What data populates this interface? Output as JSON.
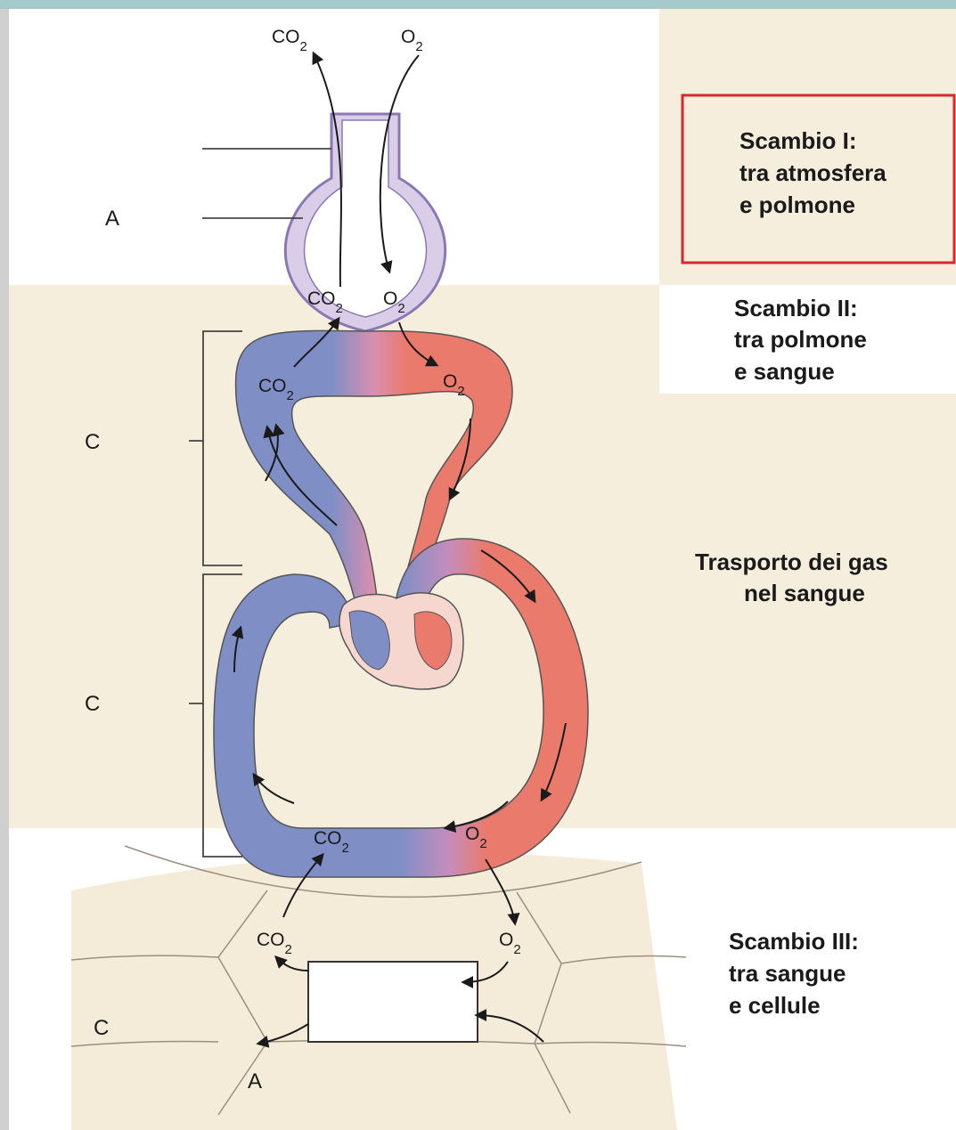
{
  "colors": {
    "top_bar": "#a6c9cc",
    "band": "#f6eedd",
    "white_band": "#ffffff",
    "venous": "#7f8fc6",
    "arterial": "#ea7a6b",
    "alveolus_fill": "#d9cde8",
    "alveolus_edge": "#8a78b4",
    "tissue": "#f5ebd9",
    "highlight_box": "#d8282d"
  },
  "side_labels": {
    "exchange_1": [
      "Scambio I:",
      "tra atmosfera",
      "e polmone"
    ],
    "exchange_2": [
      "Scambio II:",
      "tra polmone",
      "e sangue"
    ],
    "transport": [
      "Trasporto dei gas",
      "nel sangue"
    ],
    "exchange_3": [
      "Scambio III:",
      "tra sangue",
      "e cellule"
    ]
  },
  "left_labels": {
    "airway": "A",
    "pulmonary_circuit": "C",
    "systemic_circuit": "C",
    "tissue": "C",
    "cell_label": "A"
  },
  "gases": {
    "co2_atmosphere": "CO",
    "o2_atmosphere": "O",
    "co2_alveolus": "CO",
    "o2_alveolus": "O",
    "co2_pulmonary": "CO",
    "o2_pulmonary": "O",
    "co2_systemic": "CO",
    "o2_systemic": "O",
    "co2_cell": "CO",
    "o2_cell": "O",
    "subscript": "2"
  },
  "icons": [
    "arrow-icon",
    "heart-icon",
    "alveolus-icon",
    "cell-icon"
  ]
}
